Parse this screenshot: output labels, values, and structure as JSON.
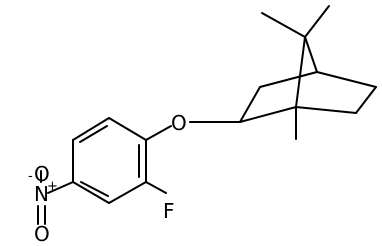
{
  "molecule": {
    "atoms": {
      "oxygen": "O",
      "fluorine": "F",
      "nitrogen": "N",
      "nitro_oxygen_top": "O",
      "nitro_oxygen_bottom": "O",
      "charge_minus": "-",
      "charge_plus": "+"
    }
  }
}
